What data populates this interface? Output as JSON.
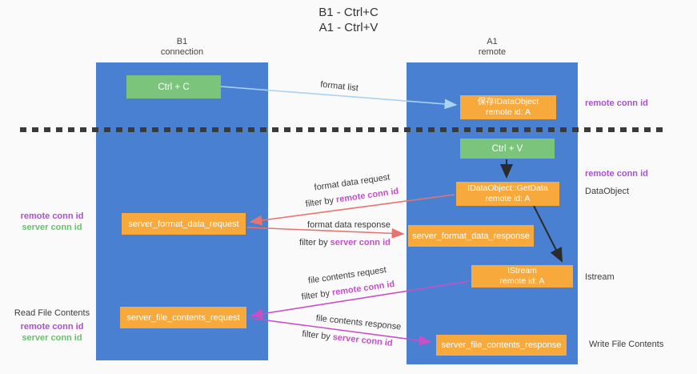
{
  "title": {
    "line1": "B1 - Ctrl+C",
    "line2": "A1 - Ctrl+V"
  },
  "lanes": {
    "left": {
      "title": "B1",
      "subtitle": "connection"
    },
    "right": {
      "title": "A1",
      "subtitle": "remote"
    }
  },
  "boxes": {
    "ctrl_c": {
      "label": "Ctrl + C"
    },
    "ctrl_v": {
      "label": "Ctrl + V"
    },
    "save_dataobject": {
      "line1": "保存IDataObject",
      "line2": "remote id: A"
    },
    "getdata": {
      "line1": "IDataObject::GetData",
      "line2": "remote id: A"
    },
    "istream": {
      "line1": "IStream",
      "line2": "remote id: A"
    },
    "format_request": {
      "label": "server_format_data_request"
    },
    "format_response": {
      "label": "server_format_data_response"
    },
    "file_request": {
      "label": "server_file_contents_request"
    },
    "file_response": {
      "label": "server_file_contents_response"
    }
  },
  "arrow_labels": {
    "format_list": "format list",
    "format_data_request": "format data request",
    "format_data_response": "format data response",
    "file_contents_request": "file contents request",
    "file_contents_response": "file contents response",
    "filter_by": "filter by ",
    "remote_conn_id": "remote conn id",
    "server_conn_id": "server conn id"
  },
  "side_labels": {
    "remote_conn_id": "remote conn id",
    "server_conn_id": "server conn id",
    "dataobject": "DataObject",
    "istream": "Istream",
    "read_file_contents": "Read File Contents",
    "write_file_contents": "Write File Contents"
  },
  "colors": {
    "lane_blue": "#4a80d2",
    "box_green": "#7ac47c",
    "box_orange": "#f7a93c",
    "arrow_lightblue": "#a9d3f2",
    "arrow_red": "#e8756d",
    "arrow_magenta": "#c94fc4",
    "arrow_black": "#2b2b2b",
    "text_purple": "#a653c9",
    "text_green": "#6abf6e",
    "text_magenta": "#c44fc8"
  }
}
